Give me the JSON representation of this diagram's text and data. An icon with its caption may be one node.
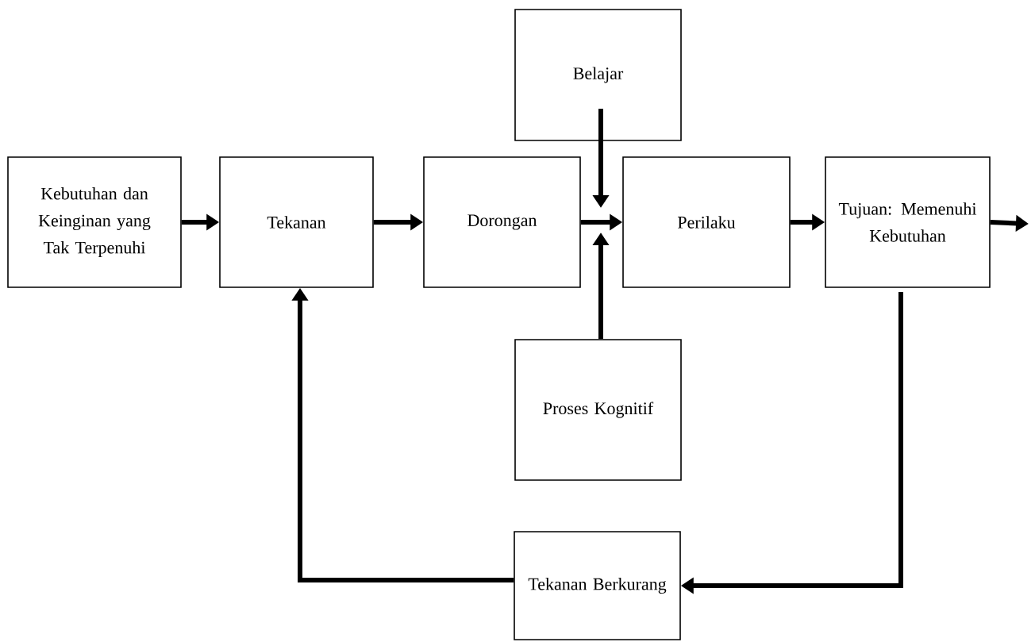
{
  "diagram": {
    "nodes": [
      {
        "text": [
          "Kebutuhan dan Keinginan yang Tak Terpenuhi"
        ]
      },
      {
        "text": [
          "Tekanan"
        ]
      },
      {
        "text": [
          "Dorongan"
        ]
      },
      {
        "text": [
          "Belajar"
        ]
      },
      {
        "text": [
          "Perilaku"
        ]
      },
      {
        "text": [
          "Tujuan: Memenuhi Kebutuhan"
        ]
      },
      {
        "text": [
          "Proses Kognitif"
        ]
      },
      {
        "text": [
          "Tekanan Berkurang"
        ]
      }
    ],
    "edges": [
      {
        "from": 0,
        "to": 1,
        "arrow": "to"
      },
      {
        "from": 1,
        "to": 2,
        "arrow": "to"
      },
      {
        "from": 2,
        "to": 4,
        "arrow": "to"
      },
      {
        "from": 3,
        "to": 4,
        "arrow": "to"
      },
      {
        "from": 6,
        "to": 4,
        "arrow": "to"
      },
      {
        "from": 4,
        "to": 5,
        "arrow": "to"
      },
      {
        "from": 5,
        "to": null,
        "arrow": "to"
      },
      {
        "from": 5,
        "to": 7,
        "arrow": "to"
      },
      {
        "from": 7,
        "to": 1,
        "arrow": "to"
      }
    ]
  }
}
